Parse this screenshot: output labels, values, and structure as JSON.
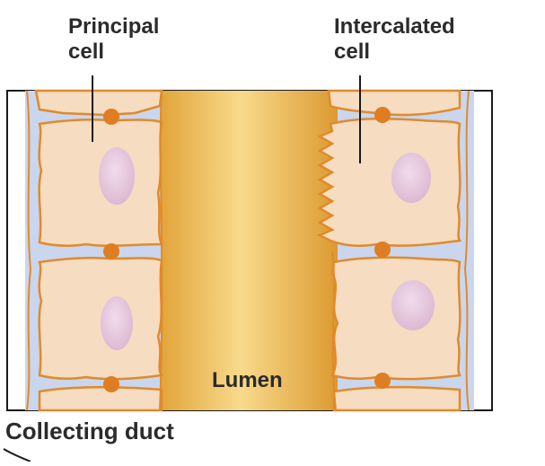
{
  "labels": {
    "principal_line1": "Principal",
    "principal_line2": "cell",
    "intercalated_line1": "Intercalated",
    "intercalated_line2": "cell",
    "lumen": "Lumen",
    "collecting_duct": "Collecting duct"
  },
  "colors": {
    "cell_fill": "#f6dcc0",
    "cell_border": "#e08a2c",
    "nucleus": "#e7c8dd",
    "interstitial": "#c9d6ee",
    "junction": "#df7d22",
    "lumen_dark": "#e2a53a",
    "lumen_light": "#f8d98a",
    "outline": "#1a1a1a"
  }
}
